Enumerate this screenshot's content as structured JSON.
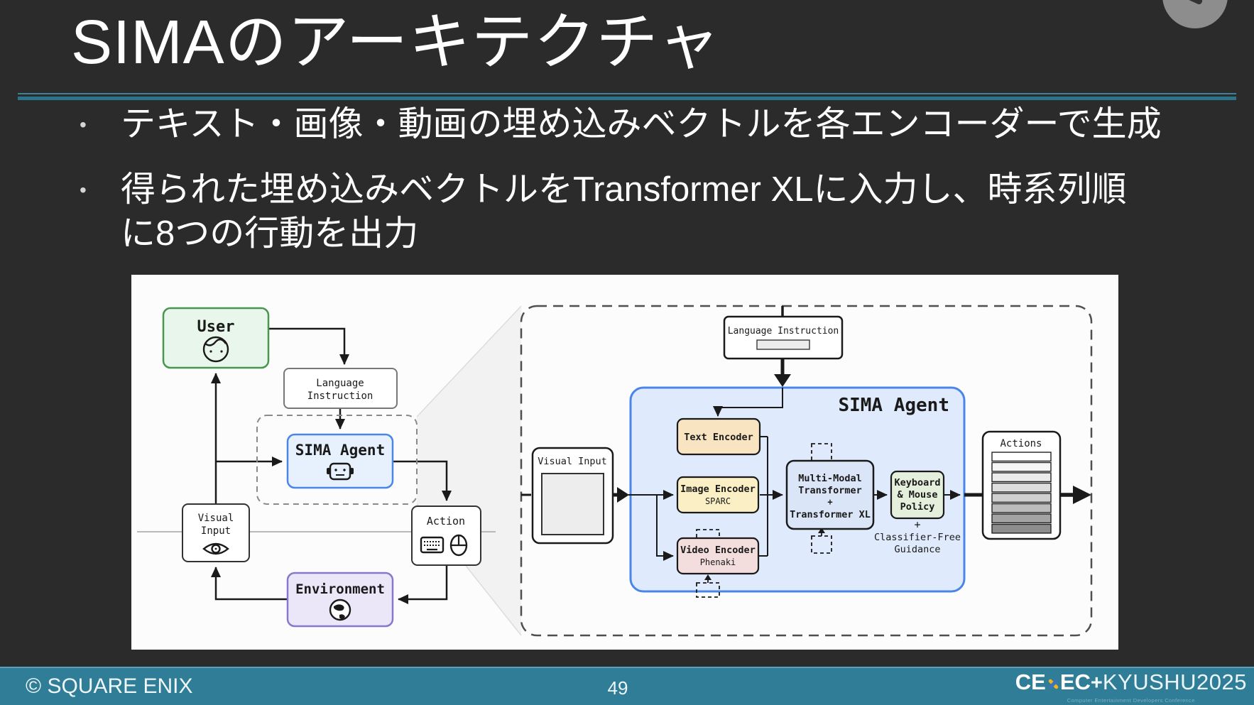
{
  "slide": {
    "title": "SIMAのアーキテクチャ",
    "bullets": [
      {
        "lines": [
          "テキスト・画像・動画の埋め込みベクトルを各エンコーダーで生成"
        ]
      },
      {
        "lines": [
          "得られた埋め込みベクトルをTransformer XLに入力し、時系列順",
          "に8つの行動を出力"
        ]
      }
    ]
  },
  "footer": {
    "copyright": "© SQUARE ENIX",
    "page_number": "49",
    "logo_left": "CE",
    "logo_right": "EC",
    "logo_plus": "+",
    "logo_kyushu": "KYUSHU2025",
    "logo_tagline": "Computer Entertainment Developers Conference"
  },
  "diagram": {
    "left": {
      "user": "User",
      "language_instruction": [
        "Language",
        "Instruction"
      ],
      "sima_agent": "SIMA Agent",
      "visual_input": [
        "Visual",
        "Input"
      ],
      "action": "Action",
      "environment": "Environment"
    },
    "right": {
      "language_instruction": "Language Instruction",
      "visual_input": "Visual Input",
      "sima_agent": "SIMA Agent",
      "text_encoder": "Text Encoder",
      "image_encoder": "Image Encoder",
      "image_encoder_model": "SPARC",
      "video_encoder": "Video Encoder",
      "video_encoder_model": "Phenaki",
      "transformer_lines": [
        "Multi-Modal",
        "Transformer",
        "+",
        "Transformer XL"
      ],
      "policy_lines": [
        "Keyboard",
        "& Mouse",
        "Policy"
      ],
      "policy_plus": "+",
      "guidance_lines": [
        "Classifier-Free",
        "Guidance"
      ],
      "actions": "Actions"
    }
  }
}
